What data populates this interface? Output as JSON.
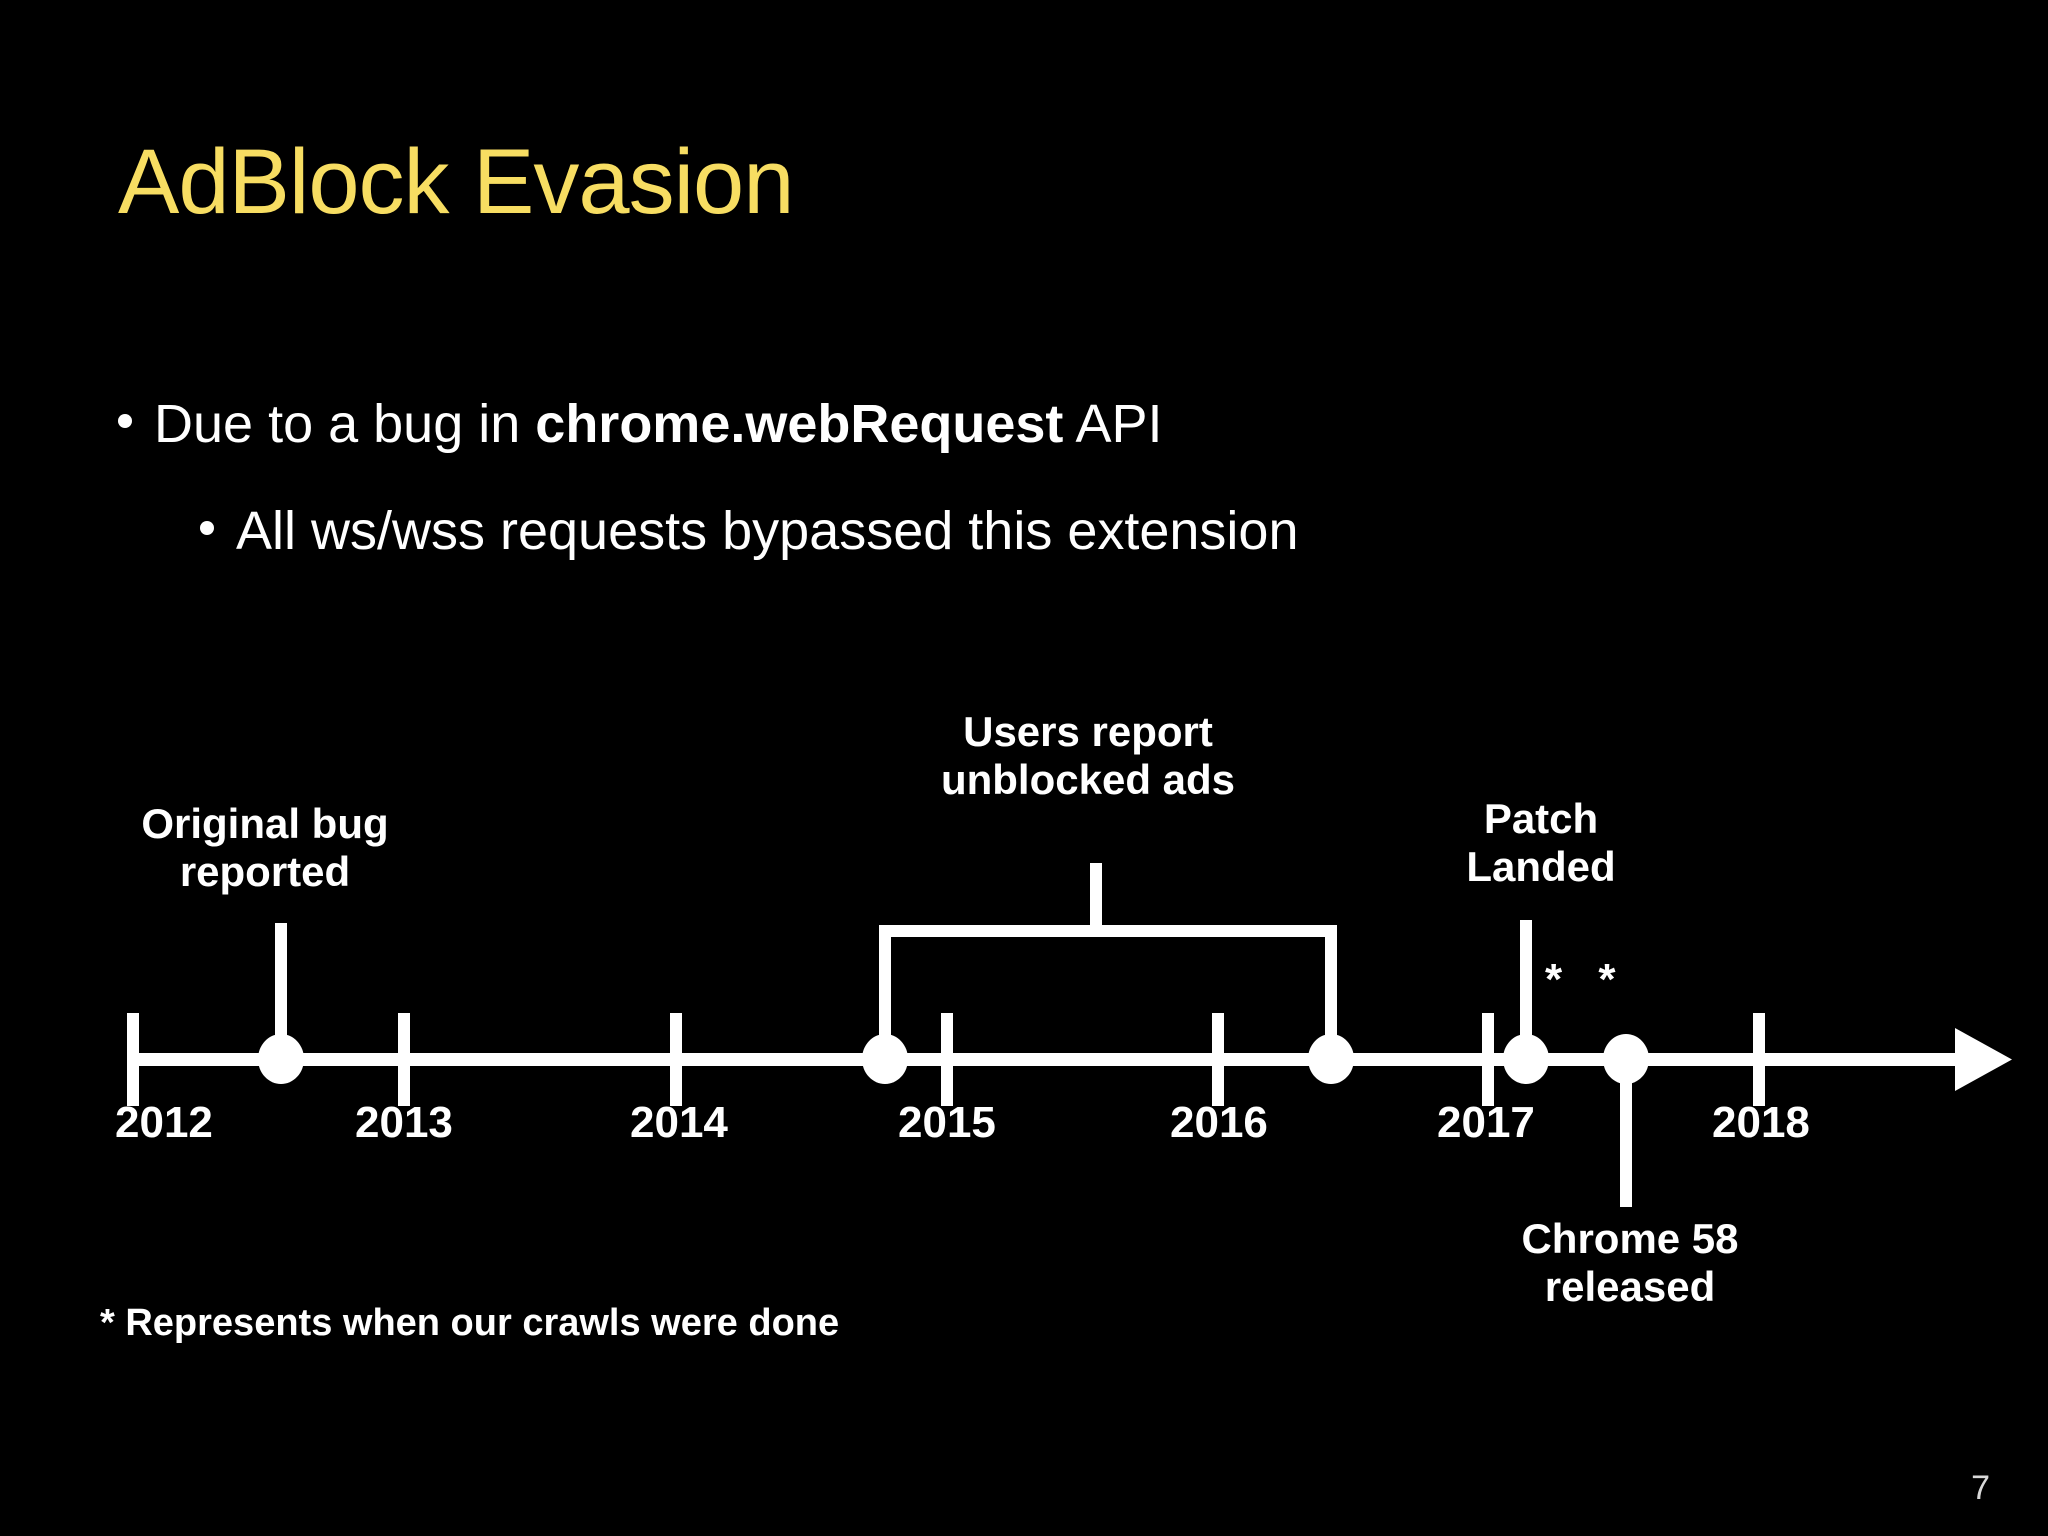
{
  "slide": {
    "title": "AdBlock Evasion",
    "page_number": "7",
    "background_color": "#000000",
    "title_color": "#F7DD62",
    "text_color": "#FFFFFF"
  },
  "bullets": [
    {
      "level": 1,
      "prefix": "Due to a bug in ",
      "bold": "chrome.webRequest",
      "suffix": " API",
      "full_text": "Due to a bug in chrome.webRequest API"
    },
    {
      "level": 2,
      "prefix": "All ws/wss requests bypassed this extension",
      "bold": "",
      "suffix": "",
      "full_text": "All ws/wss requests bypassed this extension"
    }
  ],
  "chart_data": {
    "type": "timeline",
    "title": "",
    "axis_label": "",
    "xlim": [
      2011.7,
      2018.6
    ],
    "tick_labels": [
      "2012",
      "2013",
      "2014",
      "2015",
      "2016",
      "2017",
      "2018"
    ],
    "ticks": [
      2012,
      2013,
      2014,
      2015,
      2016,
      2017,
      2018
    ],
    "grid": false,
    "legend": "none",
    "arrow_end": "right",
    "events": [
      {
        "label": "Original bug\nreported",
        "label_lines": [
          "Original bug",
          "reported"
        ],
        "x": 2012.54,
        "marker": "dot",
        "stem": "up",
        "footnote_marker": ""
      },
      {
        "label": "Users report\nunblocked ads",
        "label_lines": [
          "Users report",
          "unblocked ads"
        ],
        "x_range": [
          2014.77,
          2016.34
        ],
        "x": 2015.54,
        "marker": "dot-pair",
        "stem": "bracket-up",
        "footnote_marker": ""
      },
      {
        "label": "Patch\nLanded",
        "label_lines": [
          "Patch",
          "Landed"
        ],
        "x": 2017.16,
        "marker": "dot",
        "stem": "up",
        "footnote_marker": "* *"
      },
      {
        "label": "Chrome 58\nreleased",
        "label_lines": [
          "Chrome 58",
          "released"
        ],
        "x": 2017.53,
        "marker": "dot",
        "stem": "down",
        "footnote_marker": ""
      }
    ],
    "footnote": "* Represents when our crawls were done"
  },
  "timeline_labels": {
    "original_bug": "Original bug\nreported",
    "users_report": "Users report\nunblocked ads",
    "patch_landed": "Patch\nLanded",
    "chrome58": "Chrome 58\nreleased",
    "asterisks": "* *",
    "footnote": "* Represents when our crawls were done"
  },
  "years": [
    "2012",
    "2013",
    "2014",
    "2015",
    "2016",
    "2017",
    "2018"
  ]
}
